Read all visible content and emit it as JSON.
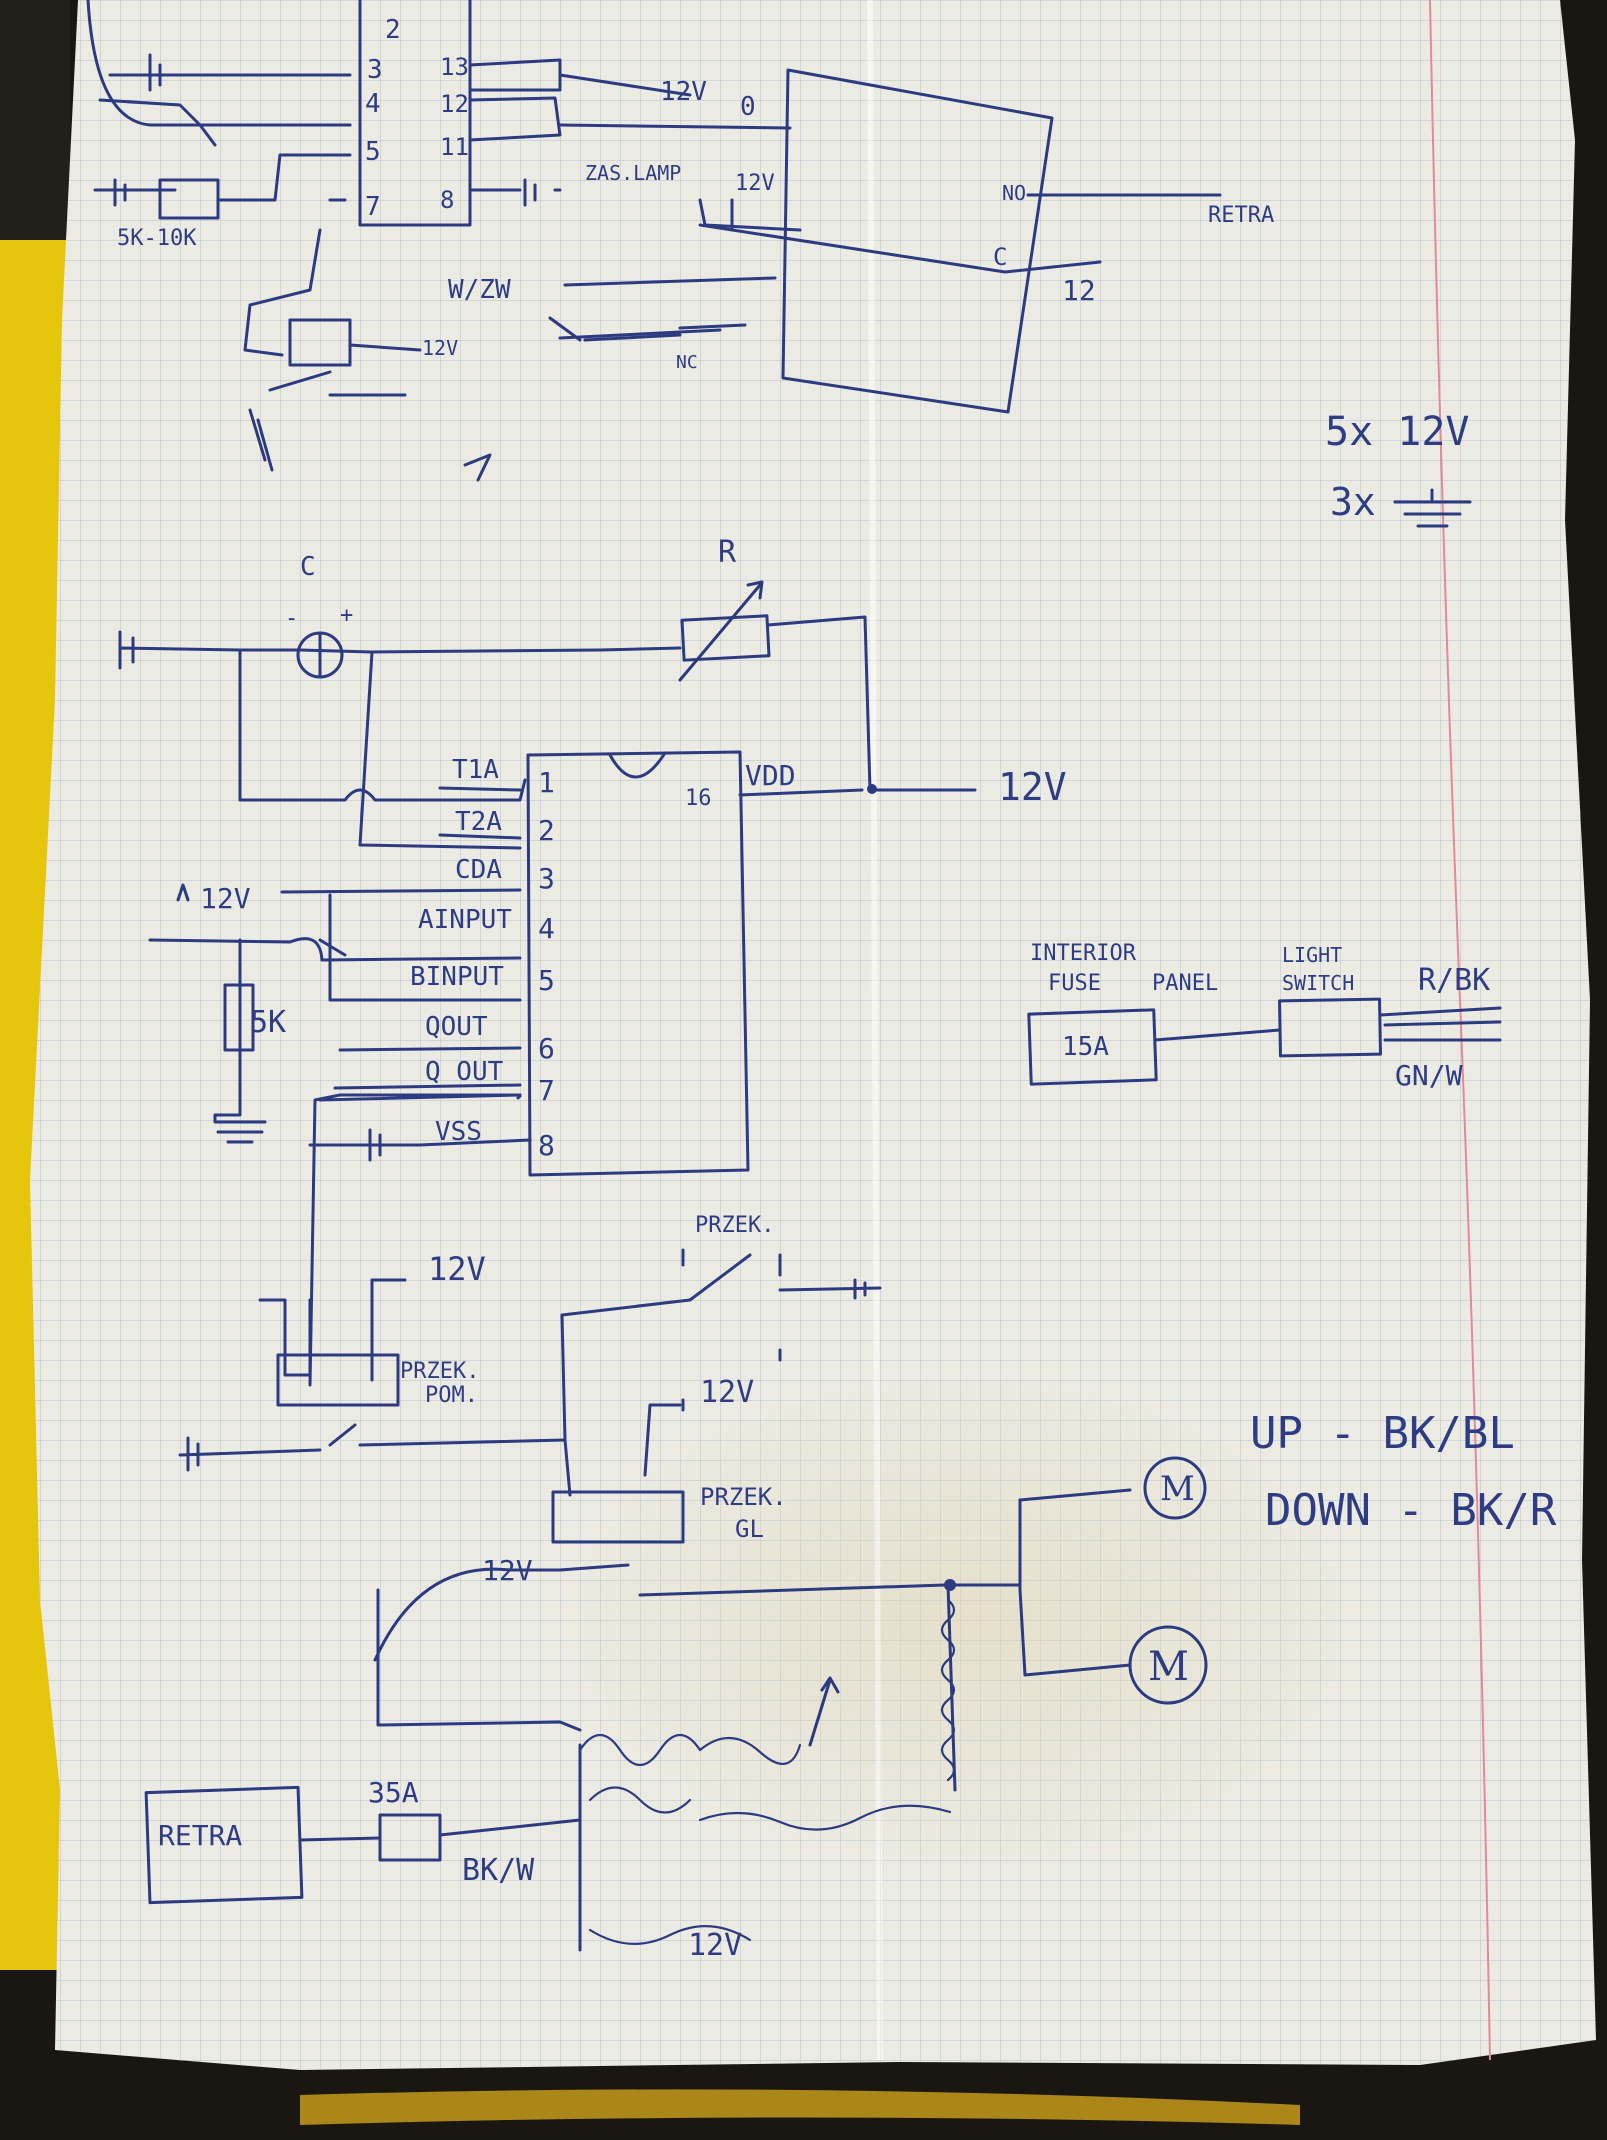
{
  "notes": {
    "supply_count": "5x 12V",
    "ground_count": "3x",
    "wire_up": "UP - BK/BL",
    "wire_down": "DOWN - BK/R"
  },
  "top_relay": {
    "pins_left": [
      "2",
      "3",
      "4",
      "5",
      "7"
    ],
    "pins_right": [
      "13",
      "12",
      "11",
      "8"
    ],
    "resistor_label": "5K-10K",
    "relay_coil_label": "12V",
    "lamp_label": "ZAS.LAMP",
    "input_label": "W/ZW",
    "nc_label": "NC",
    "top_12v": "12V",
    "zero_label": "0",
    "in_12v": "12V",
    "no_label": "NO",
    "c_label": "C",
    "retra_label": "RETRA",
    "out_label": "12"
  },
  "ic": {
    "cap_label": "C",
    "cap_minus": "-",
    "cap_plus": "+",
    "pot_label": "R",
    "vdd_label": "VDD",
    "vdd_pin": "16",
    "supply_label": "12V",
    "pins": [
      {
        "name": "T1A",
        "num": "1"
      },
      {
        "name": "T2A",
        "num": "2"
      },
      {
        "name": "CDA",
        "num": "3"
      },
      {
        "name": "AINPUT",
        "num": "4"
      },
      {
        "name": "BINPUT",
        "num": "5"
      },
      {
        "name": "QOUT",
        "num": "6"
      },
      {
        "name": "Q OUT",
        "num": "7"
      },
      {
        "name": "VSS",
        "num": "8"
      }
    ],
    "input_supply": "12V",
    "pulldown_label": "5K"
  },
  "fuse_panel": {
    "interior_label": "INTERIOR",
    "fuse_label": "FUSE",
    "panel_label": "PANEL",
    "fuse_value": "15A",
    "light_label": "LIGHT",
    "switch_label": "SWITCH",
    "wire_1": "R/BK",
    "wire_2": "GN/W"
  },
  "lower": {
    "relay_pom_supply": "12V",
    "relay_pom_label_1": "PRZEK.",
    "relay_pom_label_2": "POM.",
    "switch_label": "PRZEK.",
    "relay_gl_supply": "12V",
    "relay_gl_label_1": "PRZEK.",
    "relay_gl_label_2": "GL",
    "contact_12v": "12V",
    "motor_symbol": "M",
    "retra_box": "RETRA",
    "fuse_value": "35A",
    "wire_label": "BK/W",
    "bottom_12v": "12V"
  }
}
